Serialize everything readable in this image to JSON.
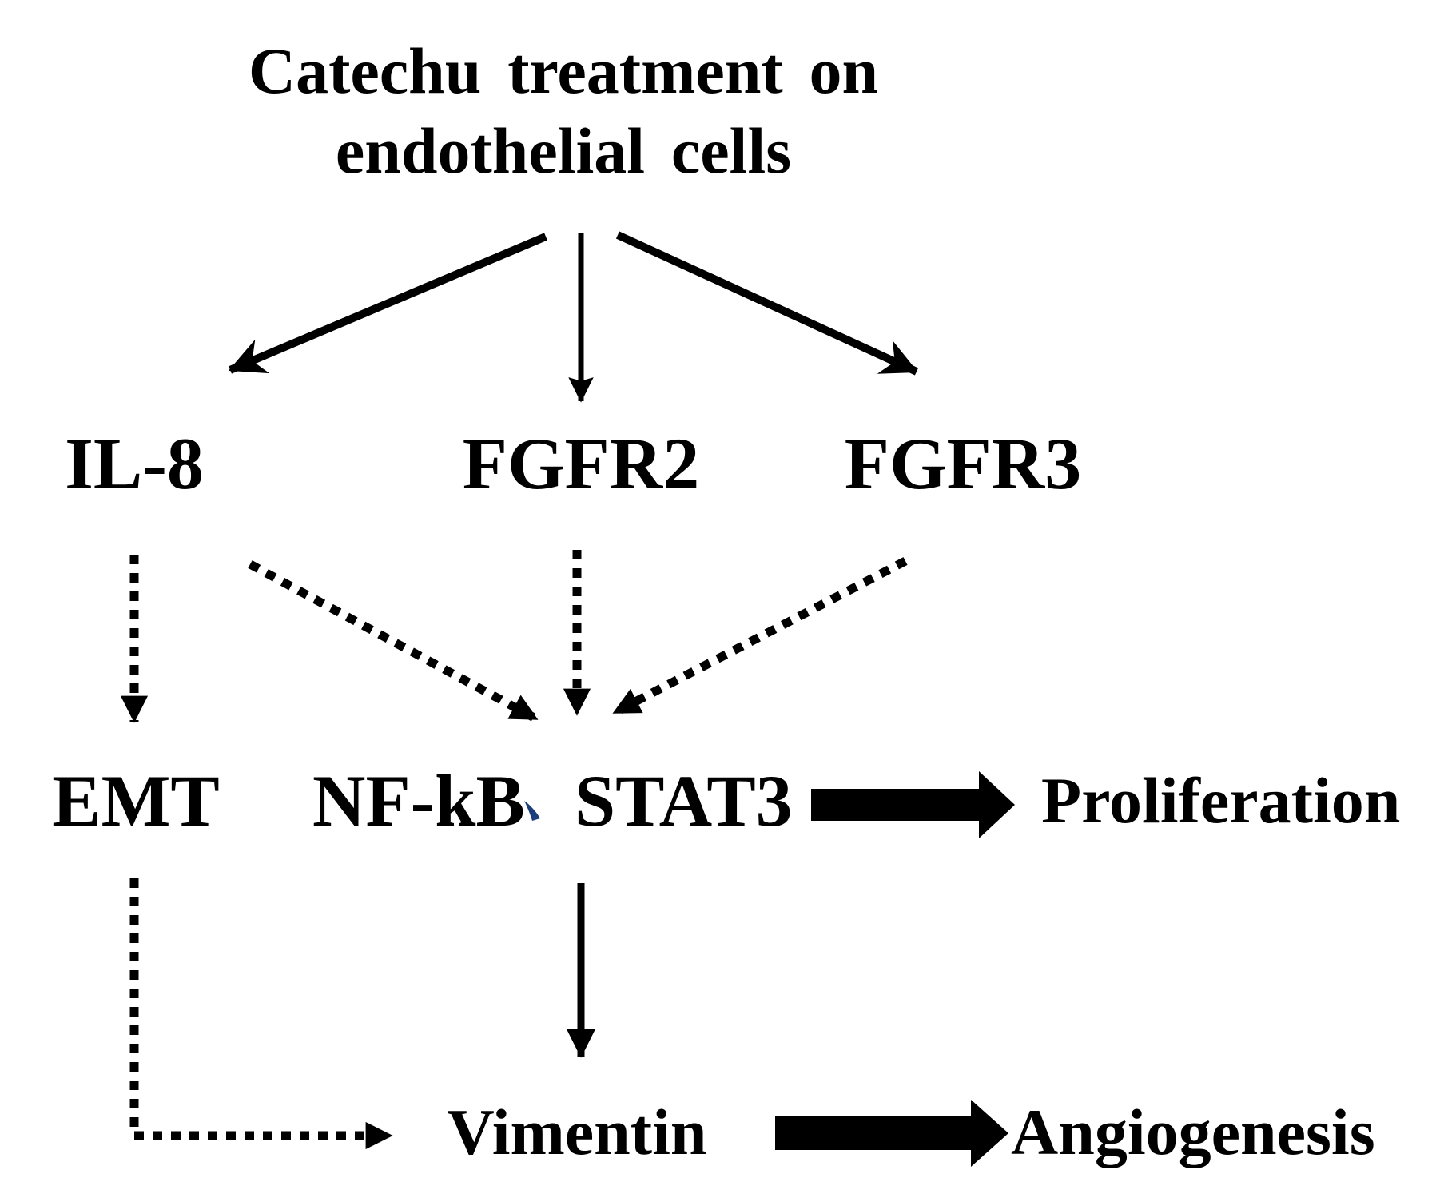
{
  "title": {
    "line1": "Catechu treatment on",
    "line2": "endothelial cells"
  },
  "nodes": {
    "il8": "IL-8",
    "fgfr2": "FGFR2",
    "fgfr3": "FGFR3",
    "emt": "EMT",
    "nfkb": "NF-kB",
    "separator": "、",
    "stat3": "STAT3",
    "vimentin": "Vimentin"
  },
  "outcomes": {
    "proliferation": "Proliferation",
    "angiogenesis": "Angiogenesis"
  },
  "edges": [
    {
      "from": "Catechu treatment on endothelial cells",
      "to": "IL-8",
      "style": "solid-arrow"
    },
    {
      "from": "Catechu treatment on endothelial cells",
      "to": "FGFR2",
      "style": "solid-arrow"
    },
    {
      "from": "Catechu treatment on endothelial cells",
      "to": "FGFR3",
      "style": "solid-arrow"
    },
    {
      "from": "IL-8",
      "to": "EMT",
      "style": "dashed-arrow"
    },
    {
      "from": "IL-8",
      "to": "NF-kB、STAT3",
      "style": "dashed-arrow"
    },
    {
      "from": "FGFR2",
      "to": "NF-kB、STAT3",
      "style": "dashed-arrow"
    },
    {
      "from": "FGFR3",
      "to": "NF-kB、STAT3",
      "style": "dashed-arrow"
    },
    {
      "from": "NF-kB、STAT3",
      "to": "Proliferation",
      "style": "block-arrow"
    },
    {
      "from": "NF-kB、STAT3",
      "to": "Vimentin",
      "style": "solid-arrow"
    },
    {
      "from": "EMT",
      "to": "Vimentin",
      "style": "dashed-elbow-arrow"
    },
    {
      "from": "Vimentin",
      "to": "Angiogenesis",
      "style": "block-arrow"
    }
  ],
  "colors": {
    "ink": "#000000",
    "background": "#ffffff",
    "separator_mark": "#1c3e7a"
  }
}
